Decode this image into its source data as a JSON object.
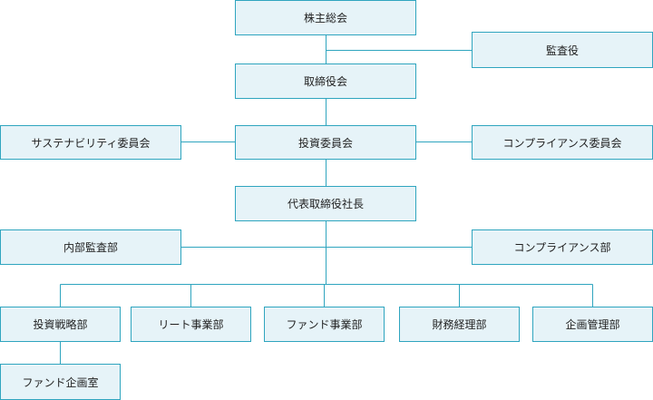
{
  "colors": {
    "box_fill": "#e6f3f8",
    "box_border": "#2fa5bf",
    "connector": "#2fa5bf",
    "text": "#222222"
  },
  "org": {
    "shareholders_meeting": "株主総会",
    "auditor": "監査役",
    "board": "取締役会",
    "sustainability_committee": "サステナビリティ委員会",
    "investment_committee": "投資委員会",
    "compliance_committee": "コンプライアンス委員会",
    "ceo": "代表取締役社長",
    "internal_audit": "内部監査部",
    "compliance_dept": "コンプライアンス部",
    "departments": [
      "投資戦略部",
      "リート事業部",
      "ファンド事業部",
      "財務経理部",
      "企画管理部"
    ],
    "fund_planning_office": "ファンド企画室"
  }
}
